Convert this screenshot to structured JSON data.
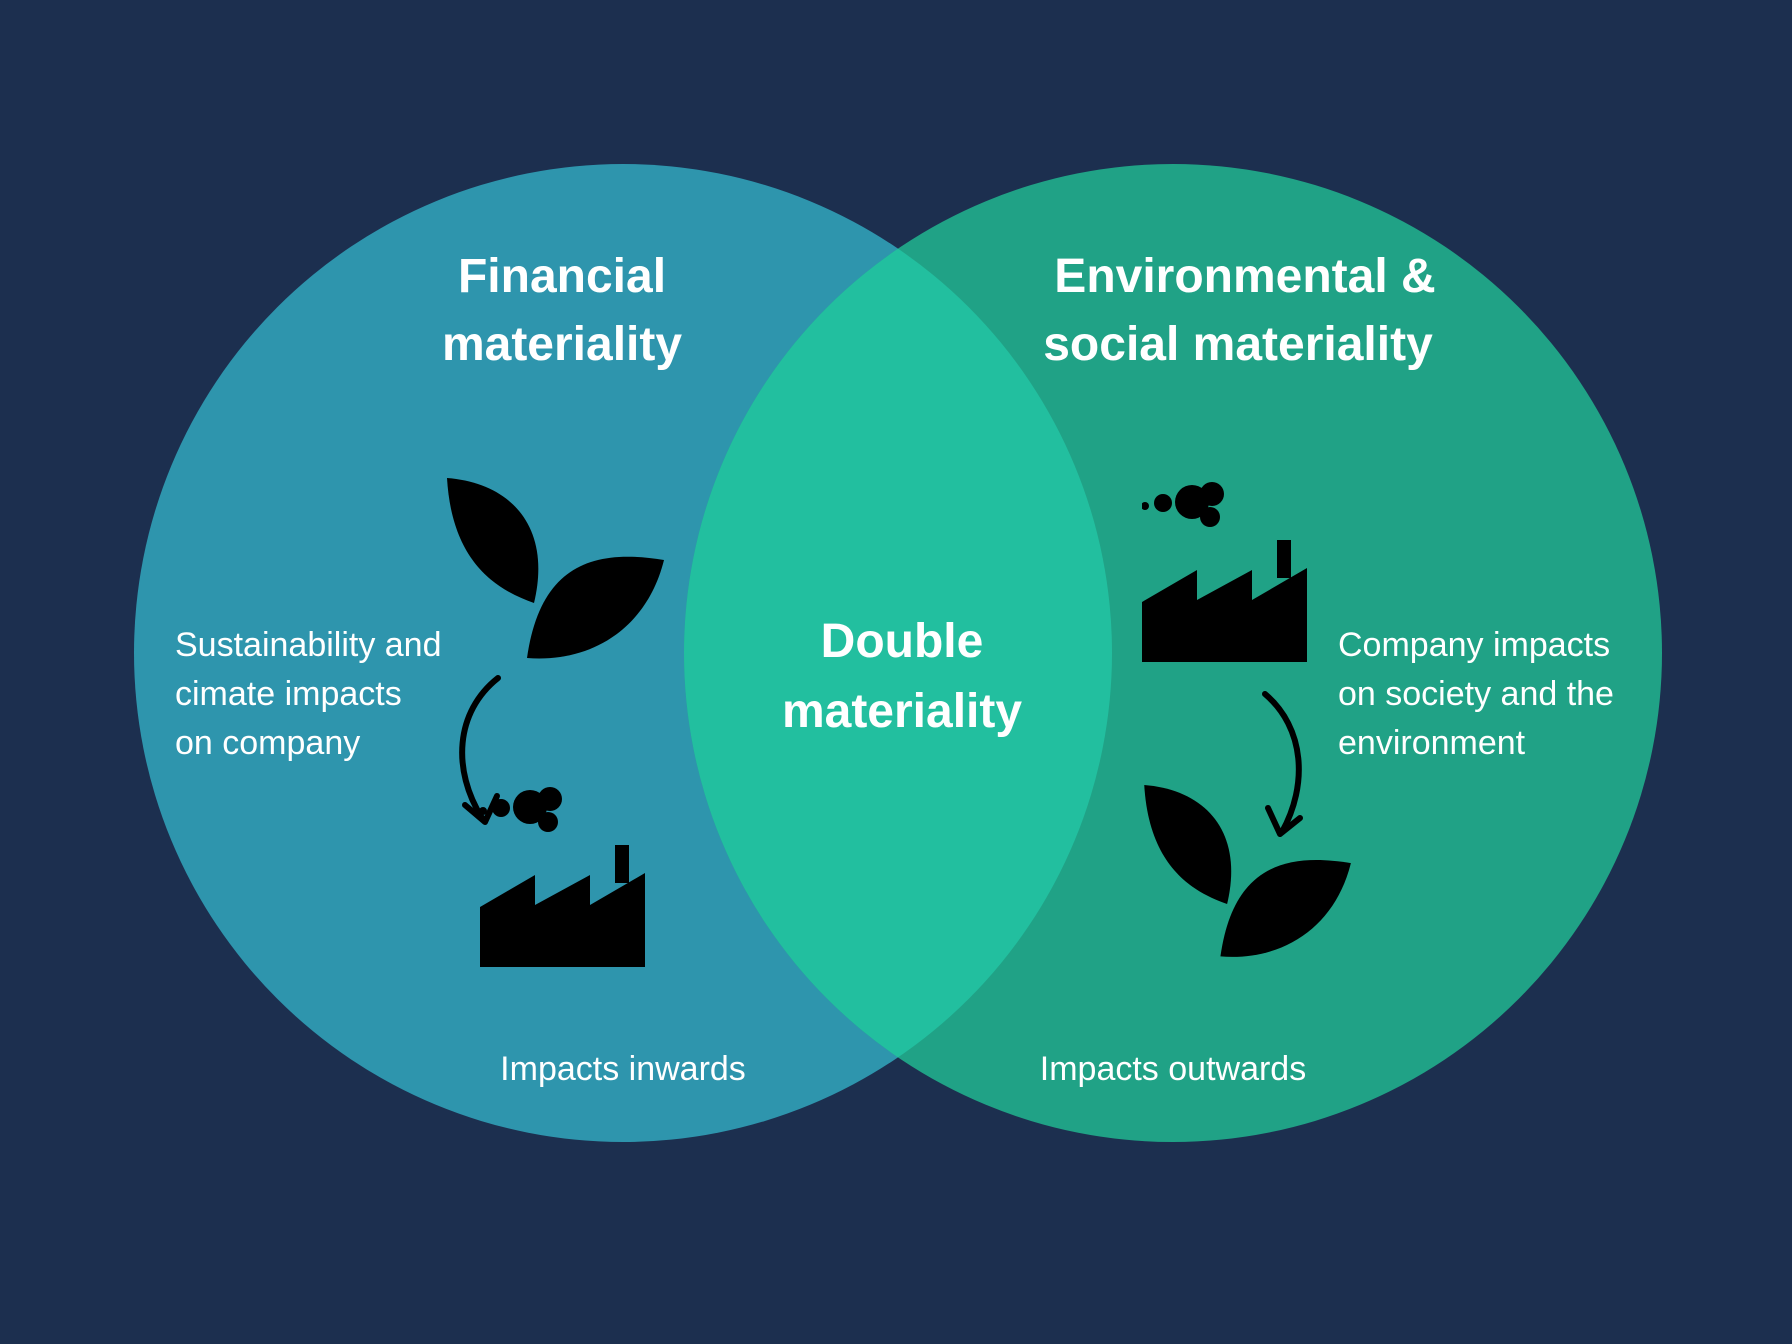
{
  "colors": {
    "background": "#1c2f4f",
    "left_circle": "#2e95ad",
    "right_circle": "#20a286",
    "overlap": "#22bf9f",
    "icon": "#000000",
    "text": "#ffffff"
  },
  "left": {
    "title_line1": "Financial",
    "title_line2": "materiality",
    "desc_line1": "Sustainability and",
    "desc_line2": "cimate impacts",
    "desc_line3": "on company",
    "caption": "Impacts inwards",
    "icons": [
      "leaf-icon",
      "curved-arrow-icon",
      "factory-icon"
    ]
  },
  "center": {
    "title_line1": "Double",
    "title_line2": "materiality"
  },
  "right": {
    "title_line1": "Environmental &",
    "title_line2": "social materiality",
    "desc_line1": "Company impacts",
    "desc_line2": "on society and the",
    "desc_line3": "environment",
    "caption": "Impacts outwards",
    "icons": [
      "factory-icon",
      "curved-arrow-icon",
      "leaf-icon"
    ]
  }
}
